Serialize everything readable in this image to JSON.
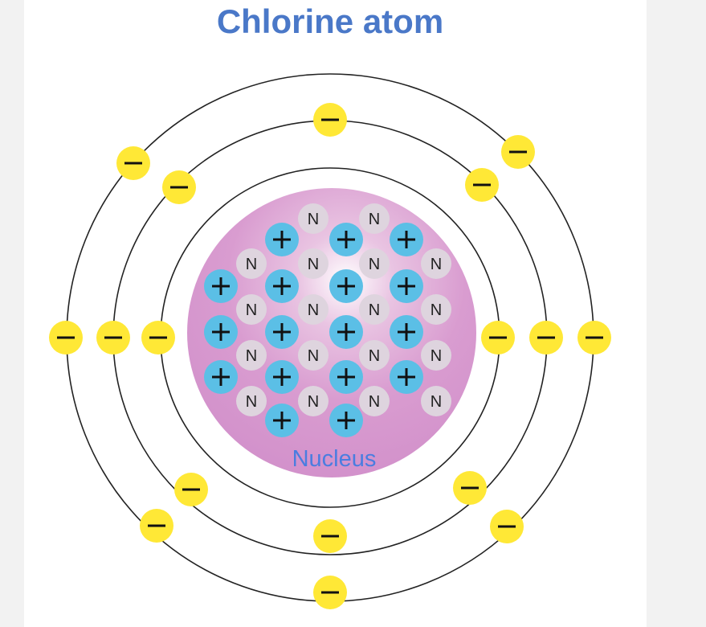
{
  "title": "Chlorine atom",
  "nucleus_label": "Nucleus",
  "particles": {
    "neutron_symbol": "N",
    "proton_symbol": "+",
    "electron_symbol": "−"
  },
  "colors": {
    "title": "#4a78c8",
    "nucleus_fill": "#d99cd0",
    "nucleus_glow": "#ffffff",
    "proton": "#5bbfe6",
    "neutron": "#ded4de",
    "electron": "#ffe836",
    "orbit": "#222222",
    "label": "#4a7de0"
  },
  "electron_shells": [
    2,
    8,
    7
  ]
}
